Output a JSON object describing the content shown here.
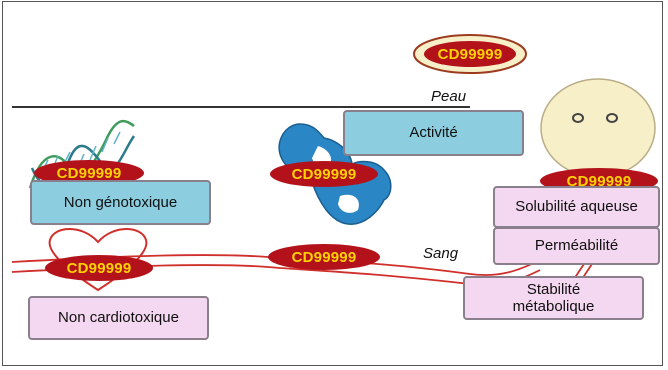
{
  "badges": {
    "top": "CD99999",
    "face": "CD99999",
    "protein": "CD99999",
    "dna": "CD99999",
    "heart": "CD99999",
    "blood": "CD99999"
  },
  "labels": {
    "skin": "Peau",
    "blood": "Sang"
  },
  "boxes": {
    "activity": "Activité",
    "non_genotoxic": "Non génotoxique",
    "solubility": "Solubilité aqueuse",
    "permeability": "Perméabilité",
    "stability_line1": "Stabilité",
    "stability_line2": "métabolique",
    "non_cardiotoxic": "Non cardiotoxique"
  },
  "colors": {
    "badge_fill": "#b3121b",
    "badge_text": "#ffd200",
    "box_blue": "#8ccde0",
    "box_pink": "#f4d7f0",
    "vessel": "#d0302b",
    "face": "#f7efc8"
  }
}
